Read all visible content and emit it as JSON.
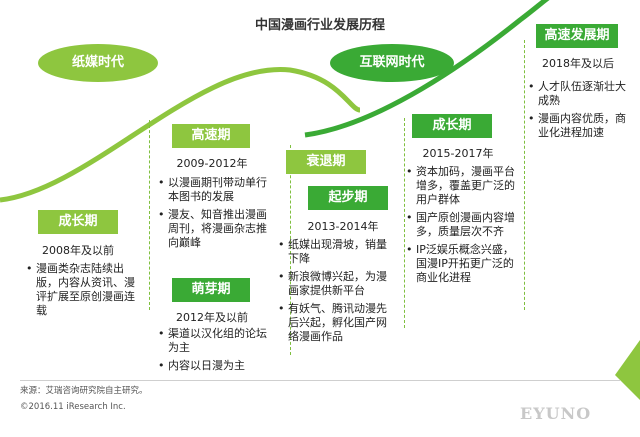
{
  "title": "中国漫画行业发展历程",
  "eras": {
    "e1": "纸媒时代",
    "e2": "互联网时代"
  },
  "stages": {
    "s1": {
      "label": "成长期",
      "date": "2008年及以前",
      "items": [
        "漫画类杂志陆续出版，内容从资讯、漫评扩展至原创漫画连载"
      ]
    },
    "s2": {
      "label": "高速期",
      "date": "2009-2012年",
      "items": [
        "以漫画期刊带动单行本图书的发展",
        "漫友、知音推出漫画周刊，将漫画杂志推向巅峰"
      ]
    },
    "s3": {
      "label": "萌芽期",
      "date": "2012年及以前",
      "items": [
        "渠道以汉化组的论坛为主",
        "内容以日漫为主"
      ]
    },
    "s4": {
      "label": "衰退期"
    },
    "s5": {
      "label": "起步期",
      "date": "2013-2014年",
      "items": [
        "纸媒出现滑坡，销量下降",
        "新浪微博兴起，为漫画家提供新平台",
        "有妖气、腾讯动漫先后兴起，孵化国产网络漫画作品"
      ]
    },
    "s6": {
      "label": "成长期",
      "date": "2015-2017年",
      "items": [
        "资本加码，漫画平台增多，覆盖更广泛的用户群体",
        "国产原创漫画内容增多，质量层次不齐",
        "IP泛娱乐概念兴盛，国漫IP开拓更广泛的商业化进程"
      ]
    },
    "s7": {
      "label": "高速发展期",
      "date": "2018年及以后",
      "items": [
        "人才队伍逐渐壮大成熟",
        "漫画内容优质，商业化进程加速"
      ]
    }
  },
  "footer": {
    "source": "来源：艾瑞咨询研究院自主研究。",
    "copyright": "©2016.11 iResearch Inc."
  },
  "logo": {
    "text": "EYUNO"
  },
  "colors": {
    "light_green": "#8ec63f",
    "dark_green": "#3aaa35",
    "curve": "#6fbf3a"
  }
}
